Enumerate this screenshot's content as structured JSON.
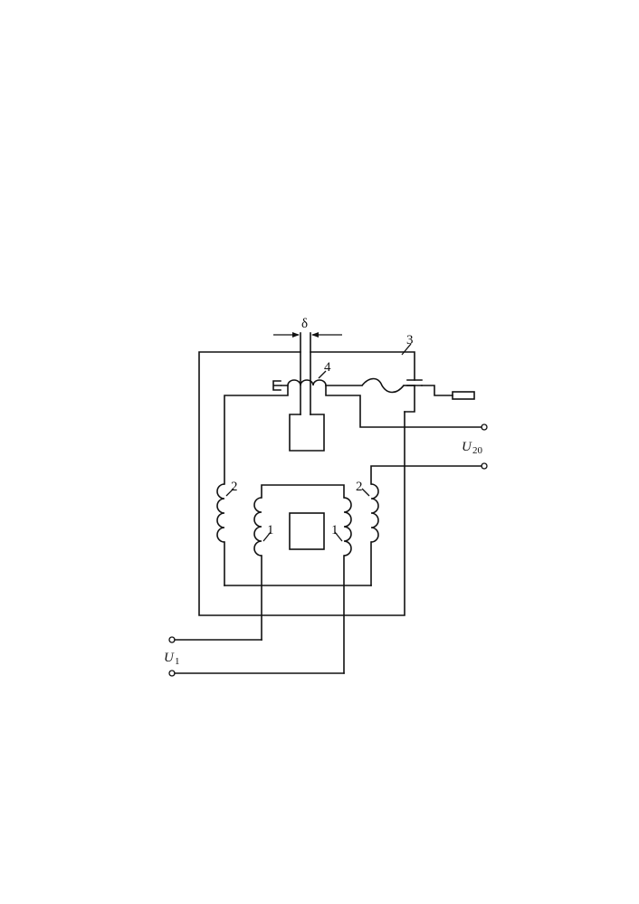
{
  "labels": {
    "delta": "δ",
    "part1": "1",
    "part2": "2",
    "part3": "3",
    "part4": "4"
  },
  "input_voltage": {
    "symbol": "U",
    "subscript": "1"
  },
  "output_voltage": {
    "symbol": "U",
    "subscript": "20"
  }
}
